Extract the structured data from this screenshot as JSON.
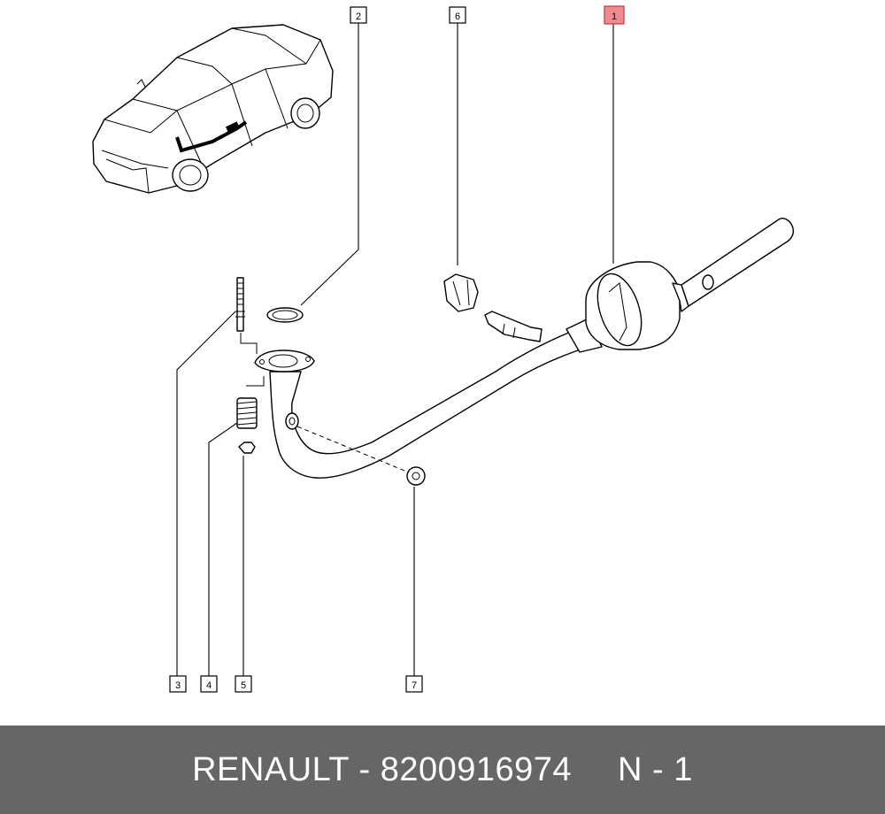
{
  "callouts": [
    {
      "id": "1",
      "highlighted": true
    },
    {
      "id": "2",
      "highlighted": false
    },
    {
      "id": "3",
      "highlighted": false
    },
    {
      "id": "4",
      "highlighted": false
    },
    {
      "id": "5",
      "highlighted": false
    },
    {
      "id": "6",
      "highlighted": false
    },
    {
      "id": "7",
      "highlighted": false
    }
  ],
  "footer": {
    "brand_part": "RENAULT - 8200916974",
    "position": "N - 1"
  },
  "colors": {
    "highlight_fill": "#f08a8e",
    "footer_bg": "#666666",
    "footer_text": "#ffffff"
  }
}
